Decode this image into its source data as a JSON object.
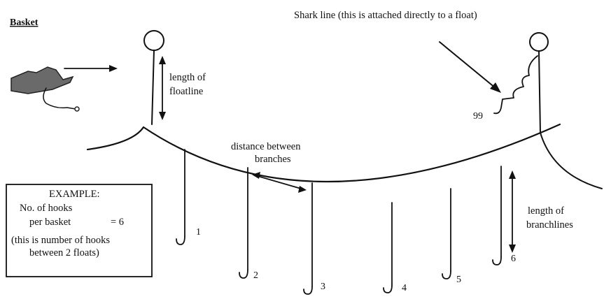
{
  "title": "Basket",
  "labels": {
    "shark_line": "Shark line (this is attached directly to a float)",
    "floatline_1": "length of",
    "floatline_2": "floatline",
    "distance_1": "distance between",
    "distance_2": "branches",
    "branchline_1": "length of",
    "branchline_2": "branchlines",
    "shark_hook_number": "99"
  },
  "example": {
    "heading": "EXAMPLE:",
    "line1": "No. of hooks",
    "line2": "per basket",
    "equals": "= 6",
    "note1": "(this is number of hooks",
    "note2": "between 2 floats)"
  },
  "hooks": [
    "1",
    "2",
    "3",
    "4",
    "5",
    "6"
  ]
}
